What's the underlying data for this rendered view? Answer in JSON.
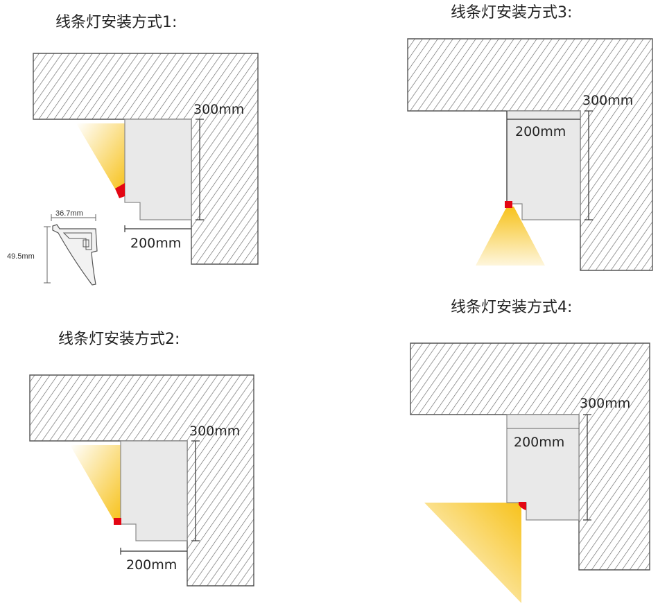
{
  "diagrams": [
    {
      "title": "线条灯安装方式1:",
      "height_label": "300mm",
      "width_label": "200mm"
    },
    {
      "title": "线条灯安装方式2:",
      "height_label": "300mm",
      "width_label": "200mm"
    },
    {
      "title": "线条灯安装方式3:",
      "height_label": "300mm",
      "width_label": "200mm"
    },
    {
      "title": "线条灯安装方式4:",
      "height_label": "300mm",
      "width_label": "200mm"
    }
  ],
  "profile": {
    "width_label": "36.7mm",
    "height_label": "49.5mm"
  },
  "colors": {
    "light": "#f7c21b",
    "led": "#e30613",
    "hatch": "#666666",
    "board": "#e9e9e9"
  }
}
